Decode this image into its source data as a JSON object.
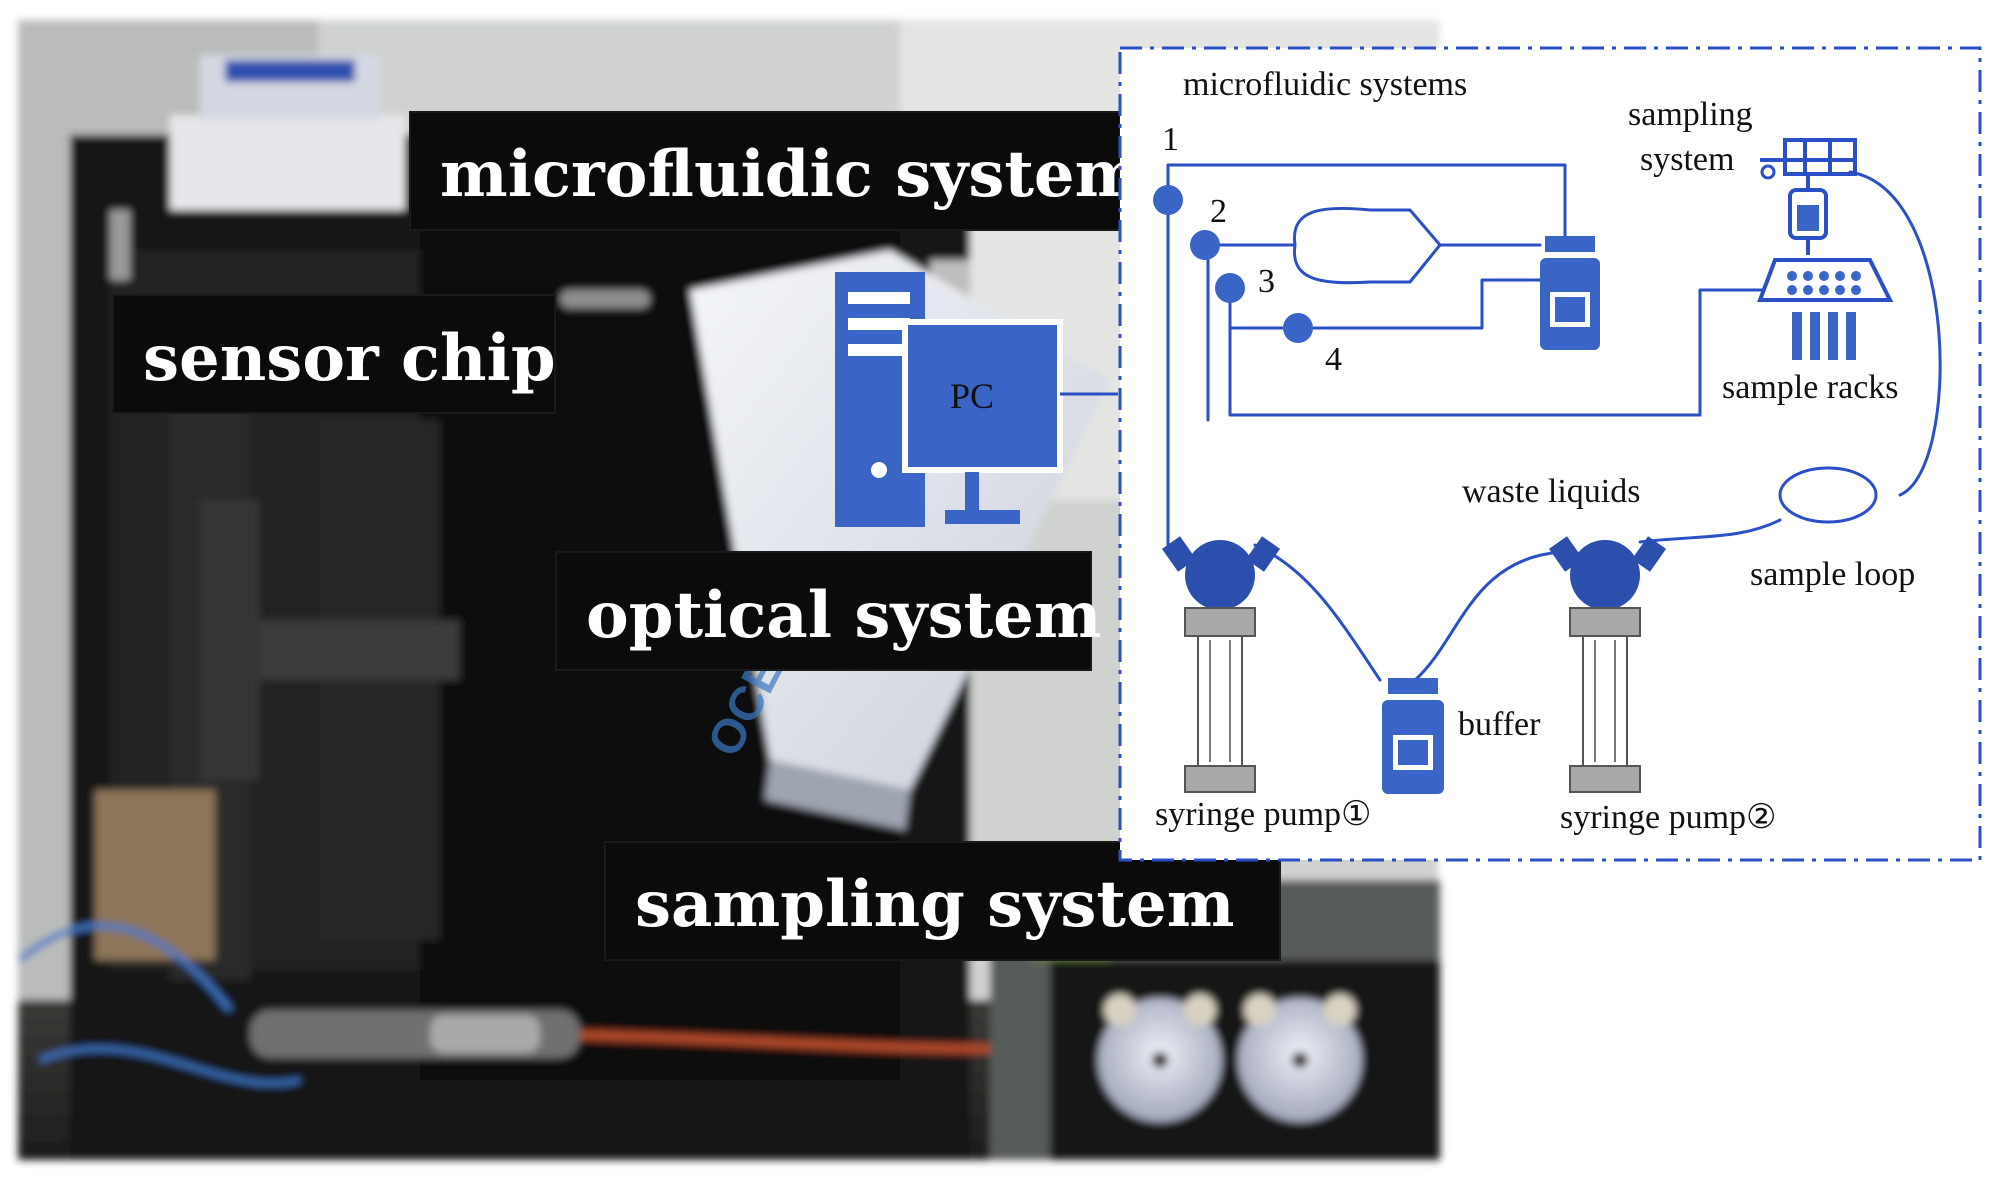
{
  "photo_labels": {
    "microfluidic": "microfluidic system",
    "sensor_chip": "sensor chip",
    "optical": "optical system",
    "sampling": "sampling system"
  },
  "pc_label": "PC",
  "schematic": {
    "title": "microfluidic systems",
    "valve_numbers": [
      "1",
      "2",
      "3",
      "4"
    ],
    "sampling_system": [
      "sampling",
      "system"
    ],
    "sample_racks": "sample racks",
    "waste_liquids": "waste liquids",
    "sample_loop": "sample loop",
    "buffer": "buffer",
    "pump1": "syringe pump①",
    "pump2": "syringe pump②"
  },
  "colors": {
    "diagram_blue": "#2a4fc6",
    "pc_blue": "#3a64c6",
    "label_bg": "#0b0b0b"
  }
}
